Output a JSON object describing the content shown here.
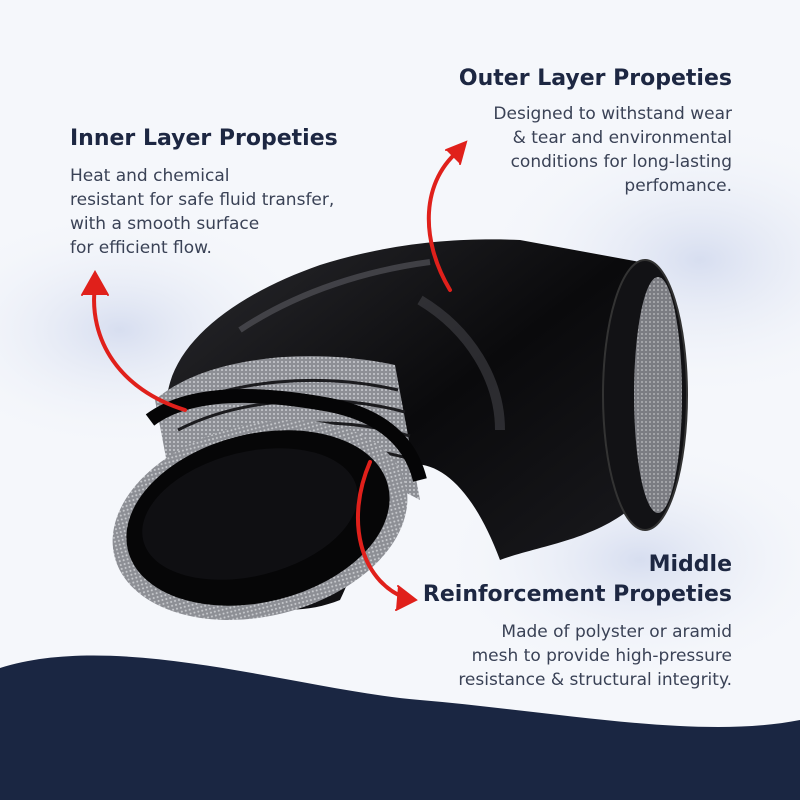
{
  "inner_layer": {
    "title": "Inner Layer Propeties",
    "lines": [
      "Heat and chemical",
      "resistant for safe fluid transfer,",
      "with a smooth surface",
      "for efficient flow."
    ]
  },
  "outer_layer": {
    "title": "Outer Layer Propeties",
    "lines": [
      "Designed to withstand wear",
      "& tear and environmental",
      "conditions for long-lasting",
      "perfomance."
    ]
  },
  "middle_layer": {
    "title_lines": [
      "Middle",
      "Reinforcement Propeties"
    ],
    "lines": [
      "Made of polyster or aramid",
      "mesh to provide high-pressure",
      "resistance & structural integrity."
    ]
  },
  "colors": {
    "navy": "#1a2642",
    "arrow_red": "#e0201b",
    "hose_black": "#0b0b0d",
    "mesh_grey": "#9a9ca1"
  }
}
